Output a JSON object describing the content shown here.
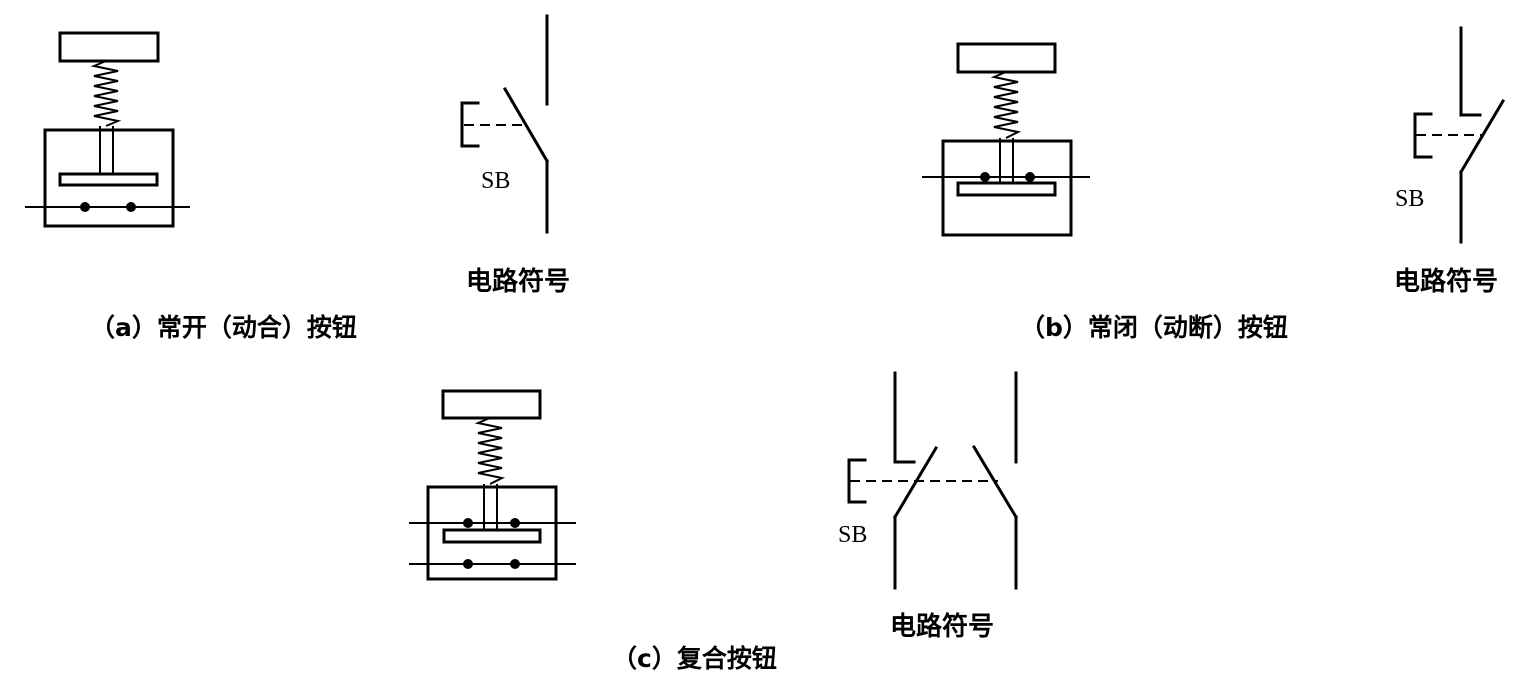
{
  "panels": {
    "a": {
      "caption": "（a）常开（动合）按钮",
      "symbol_label": "电路符号",
      "symbol_designation": "SB"
    },
    "b": {
      "caption": "（b）常闭（动断）按钮",
      "symbol_label": "电路符号",
      "symbol_designation": "SB"
    },
    "c": {
      "caption": "（c）复合按钮",
      "symbol_label": "电路符号",
      "symbol_designation": "SB"
    }
  }
}
